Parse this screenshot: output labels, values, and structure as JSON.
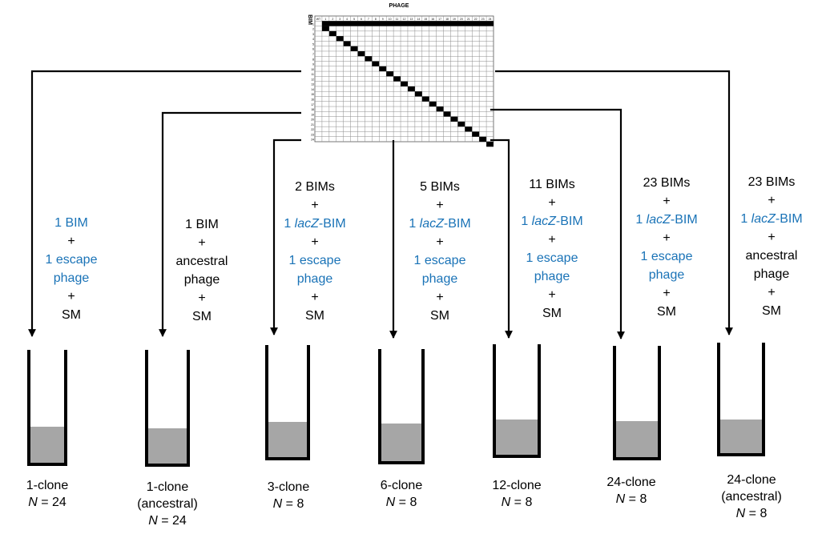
{
  "colors": {
    "blue_text": "#1a73b7",
    "black_text": "#000000",
    "liquid": "#a6a6a6",
    "matrix_diagonal": "#000000",
    "matrix_grid": "#8c8c8c"
  },
  "matrix": {
    "title": "PHAGE",
    "row_axis_label": "BIM",
    "corner_label": "WT",
    "column_labels": [
      "1",
      "2",
      "3",
      "4",
      "5",
      "6",
      "7",
      "8",
      "9",
      "10",
      "11",
      "12",
      "13",
      "14",
      "15",
      "16",
      "17",
      "18",
      "19",
      "20",
      "21",
      "22",
      "23",
      "24"
    ],
    "row_labels": [
      "1",
      "2",
      "3",
      "4",
      "5",
      "6",
      "7",
      "8",
      "9",
      "10",
      "11",
      "12",
      "13",
      "14",
      "15",
      "16",
      "17",
      "18",
      "19",
      "20",
      "21",
      "22",
      "23",
      "24"
    ]
  },
  "treatments": [
    {
      "id": "t1",
      "recipe": [
        {
          "text": "1 BIM",
          "color": "blue"
        },
        {
          "text": "+",
          "color": "black"
        },
        {
          "text": "1 escape",
          "color": "blue"
        },
        {
          "text": "phage",
          "color": "blue"
        },
        {
          "text": "+",
          "color": "black"
        },
        {
          "text": "SM",
          "color": "black"
        }
      ],
      "label_lines": [
        "1-clone"
      ],
      "n_symbol": "N",
      "n_value": "= 24"
    },
    {
      "id": "t2",
      "recipe": [
        {
          "text": "1 BIM",
          "color": "black"
        },
        {
          "text": "+",
          "color": "black"
        },
        {
          "text": "ancestral",
          "color": "black"
        },
        {
          "text": "phage",
          "color": "black"
        },
        {
          "text": "+",
          "color": "black"
        },
        {
          "text": "SM",
          "color": "black"
        }
      ],
      "label_lines": [
        "1-clone",
        "(ancestral)"
      ],
      "n_symbol": "N",
      "n_value": "= 24"
    },
    {
      "id": "t3",
      "recipe": [
        {
          "text": "2 BIMs",
          "color": "black"
        },
        {
          "text": "+",
          "color": "black"
        },
        {
          "pre": "1 ",
          "ital": "lacZ",
          "post": "-BIM",
          "color": "blue"
        },
        {
          "text": "+",
          "color": "black"
        },
        {
          "text": "1 escape",
          "color": "blue"
        },
        {
          "text": "phage",
          "color": "blue"
        },
        {
          "text": "+",
          "color": "black"
        },
        {
          "text": "SM",
          "color": "black"
        }
      ],
      "label_lines": [
        "3-clone"
      ],
      "n_symbol": "N",
      "n_value": "= 8"
    },
    {
      "id": "t4",
      "recipe": [
        {
          "text": "5 BIMs",
          "color": "black"
        },
        {
          "text": "+",
          "color": "black"
        },
        {
          "pre": "1 ",
          "ital": "lacZ",
          "post": "-BIM",
          "color": "blue"
        },
        {
          "text": "+",
          "color": "black"
        },
        {
          "text": "1 escape",
          "color": "blue"
        },
        {
          "text": "phage",
          "color": "blue"
        },
        {
          "text": "+",
          "color": "black"
        },
        {
          "text": "SM",
          "color": "black"
        }
      ],
      "label_lines": [
        "6-clone"
      ],
      "n_symbol": "N",
      "n_value": "= 8"
    },
    {
      "id": "t5",
      "recipe": [
        {
          "text": "11 BIMs",
          "color": "black"
        },
        {
          "text": "+",
          "color": "black"
        },
        {
          "pre": "1 ",
          "ital": "lacZ",
          "post": "-BIM",
          "color": "blue"
        },
        {
          "text": "+",
          "color": "black"
        },
        {
          "text": "1 escape",
          "color": "blue"
        },
        {
          "text": "phage",
          "color": "blue"
        },
        {
          "text": "+",
          "color": "black"
        },
        {
          "text": "SM",
          "color": "black"
        }
      ],
      "label_lines": [
        "12-clone"
      ],
      "n_symbol": "N",
      "n_value": "= 8"
    },
    {
      "id": "t6",
      "recipe": [
        {
          "text": "23 BIMs",
          "color": "black"
        },
        {
          "text": "+",
          "color": "black"
        },
        {
          "pre": "1 ",
          "ital": "lacZ",
          "post": "-BIM",
          "color": "blue"
        },
        {
          "text": "+",
          "color": "black"
        },
        {
          "text": "1 escape",
          "color": "blue"
        },
        {
          "text": "phage",
          "color": "blue"
        },
        {
          "text": "+",
          "color": "black"
        },
        {
          "text": "SM",
          "color": "black"
        }
      ],
      "label_lines": [
        "24-clone"
      ],
      "n_symbol": "N",
      "n_value": "= 8"
    },
    {
      "id": "t7",
      "recipe": [
        {
          "text": "23 BIMs",
          "color": "black"
        },
        {
          "text": "+",
          "color": "black"
        },
        {
          "pre": "1 ",
          "ital": "lacZ",
          "post": "-BIM",
          "color": "blue"
        },
        {
          "text": "+",
          "color": "black"
        },
        {
          "text": "ancestral",
          "color": "black"
        },
        {
          "text": "phage",
          "color": "black"
        },
        {
          "text": "+",
          "color": "black"
        },
        {
          "text": "SM",
          "color": "black"
        }
      ],
      "label_lines": [
        "24-clone",
        "(ancestral)"
      ],
      "n_symbol": "N",
      "n_value": "= 8"
    }
  ]
}
